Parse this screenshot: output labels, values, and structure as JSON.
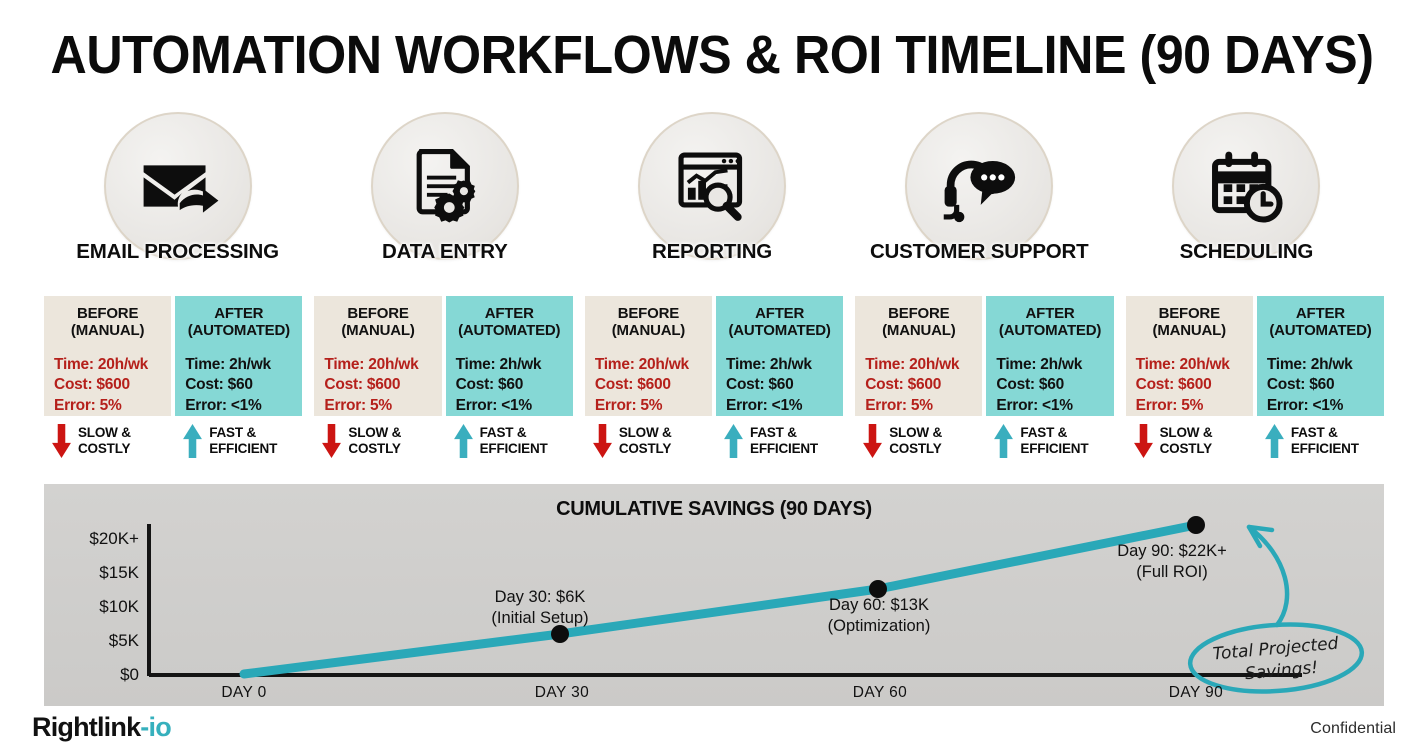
{
  "title": "AUTOMATION WORKFLOWS & ROI TIMELINE (90 DAYS)",
  "colors": {
    "before_bg": "#ECE6DC",
    "after_bg": "#85D8D5",
    "before_text": "#B5201B",
    "down_arrow": "#CC1512",
    "up_arrow": "#3AAEBE",
    "line": "#2AA8B8",
    "brand_teal": "#36B0BD",
    "chart_bg": "#D0CFCD"
  },
  "workflows": [
    {
      "icon": "envelope-forward-icon",
      "label": "EMAIL PROCESSING",
      "before": {
        "header_line1": "BEFORE",
        "header_line2": "(MANUAL)",
        "time": "Time: 20h/wk",
        "cost": "Cost: $600",
        "error": "Error: 5%",
        "verdict_line1": "SLOW &",
        "verdict_line2": "COSTLY"
      },
      "after": {
        "header_line1": "AFTER",
        "header_line2": "(AUTOMATED)",
        "time": "Time: 2h/wk",
        "cost": "Cost: $60",
        "error": "Error: <1%",
        "verdict_line1": "FAST &",
        "verdict_line2": "EFFICIENT"
      }
    },
    {
      "icon": "document-gears-icon",
      "label": "DATA ENTRY",
      "before": {
        "header_line1": "BEFORE",
        "header_line2": "(MANUAL)",
        "time": "Time: 20h/wk",
        "cost": "Cost: $600",
        "error": "Error: 5%",
        "verdict_line1": "SLOW &",
        "verdict_line2": "COSTLY"
      },
      "after": {
        "header_line1": "AFTER",
        "header_line2": "(AUTOMATED)",
        "time": "Time: 2h/wk",
        "cost": "Cost: $60",
        "error": "Error: <1%",
        "verdict_line1": "FAST &",
        "verdict_line2": "EFFICIENT"
      }
    },
    {
      "icon": "dashboard-magnifier-icon",
      "label": "REPORTING",
      "before": {
        "header_line1": "BEFORE",
        "header_line2": "(MANUAL)",
        "time": "Time: 20h/wk",
        "cost": "Cost: $600",
        "error": "Error: 5%",
        "verdict_line1": "SLOW &",
        "verdict_line2": "COSTLY"
      },
      "after": {
        "header_line1": "AFTER",
        "header_line2": "(AUTOMATED)",
        "time": "Time: 2h/wk",
        "cost": "Cost: $60",
        "error": "Error: <1%",
        "verdict_line1": "FAST &",
        "verdict_line2": "EFFICIENT"
      }
    },
    {
      "icon": "headset-chat-icon",
      "label": "CUSTOMER SUPPORT",
      "before": {
        "header_line1": "BEFORE",
        "header_line2": "(MANUAL)",
        "time": "Time: 20h/wk",
        "cost": "Cost: $600",
        "error": "Error: 5%",
        "verdict_line1": "SLOW &",
        "verdict_line2": "COSTLY"
      },
      "after": {
        "header_line1": "AFTER",
        "header_line2": "(AUTOMATED)",
        "time": "Time: 2h/wk",
        "cost": "Cost: $60",
        "error": "Error: <1%",
        "verdict_line1": "FAST &",
        "verdict_line2": "EFFICIENT"
      }
    },
    {
      "icon": "calendar-clock-icon",
      "label": "SCHEDULING",
      "before": {
        "header_line1": "BEFORE",
        "header_line2": "(MANUAL)",
        "time": "Time: 20h/wk",
        "cost": "Cost: $600",
        "error": "Error: 5%",
        "verdict_line1": "SLOW &",
        "verdict_line2": "COSTLY"
      },
      "after": {
        "header_line1": "AFTER",
        "header_line2": "(AUTOMATED)",
        "time": "Time: 2h/wk",
        "cost": "Cost: $60",
        "error": "Error: <1%",
        "verdict_line1": "FAST &",
        "verdict_line2": "EFFICIENT"
      }
    }
  ],
  "chart_data": {
    "type": "line",
    "title": "CUMULATIVE SAVINGS (90 DAYS)",
    "xlabel": "",
    "ylabel": "",
    "x": [
      0,
      30,
      60,
      90
    ],
    "values": [
      0,
      6000,
      13000,
      22000
    ],
    "categories": [
      "DAY 0",
      "DAY 30",
      "DAY 60",
      "DAY 90"
    ],
    "ytick_labels": [
      "$20K+",
      "$15K",
      "$10K",
      "$5K",
      "$0"
    ],
    "ytick_values": [
      20000,
      15000,
      10000,
      5000,
      0
    ],
    "ylim": [
      0,
      22000
    ],
    "grid": false,
    "legend": "none",
    "series": [
      {
        "name": "Cumulative Savings",
        "values": [
          0,
          6000,
          13000,
          22000
        ],
        "color": "#2AA8B8"
      }
    ],
    "point_labels": [
      {
        "day": 30,
        "line1": "Day 30: $6K",
        "line2": "(Initial Setup)"
      },
      {
        "day": 60,
        "line1": "Day 60: $13K",
        "line2": "(Optimization)"
      },
      {
        "day": 90,
        "line1": "Day 90: $22K+",
        "line2": "(Full ROI)"
      }
    ],
    "annotation": {
      "line1": "Total Projected",
      "line2": "Savings!"
    }
  },
  "footer": {
    "brand": "Rightlink",
    "tld": "-io",
    "confidential": "Confidential"
  }
}
